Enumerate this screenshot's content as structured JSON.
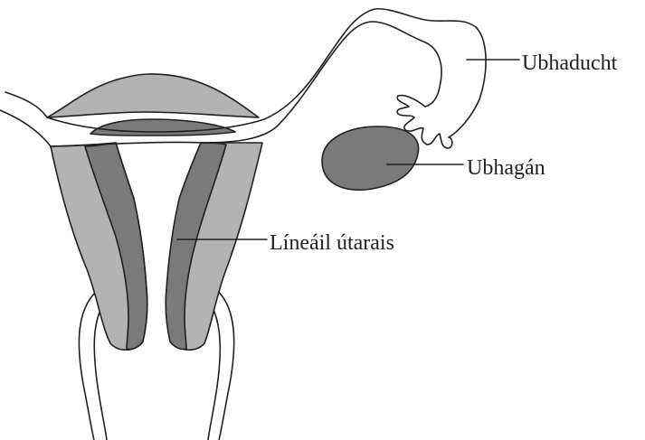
{
  "labels": {
    "ubhaducht": "Ubhaducht",
    "ubhagan": "Ubhagán",
    "lineail": "Líneáil útarais"
  },
  "colors": {
    "outline": "#231f20",
    "light_tissue": "#b3b3b3",
    "dark_tissue": "#7a7a7a",
    "background": "#ffffff"
  }
}
